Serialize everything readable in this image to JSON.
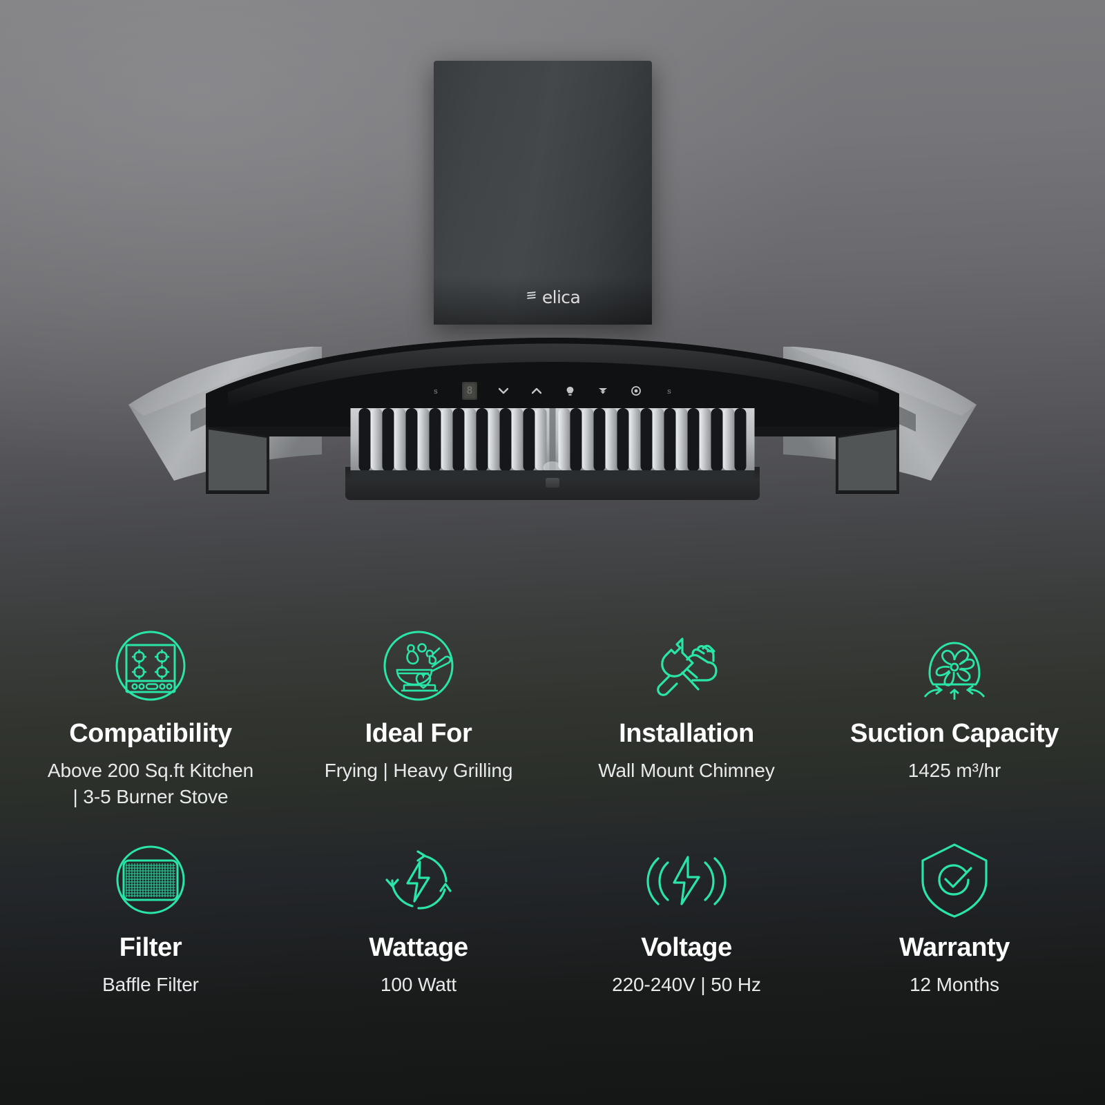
{
  "theme": {
    "accent": "#2AE5A8",
    "title_color": "#FFFFFF",
    "value_color": "#E8E9EA",
    "bg_top": "#7D7D80",
    "bg_bottom": "#141515"
  },
  "product": {
    "brand": "elica",
    "type": "wall-mount-curved-glass-chimney",
    "control_panel": {
      "display_value": "8",
      "buttons": [
        {
          "name": "speed-indicator-left",
          "glyph": "s"
        },
        {
          "name": "digital-display",
          "glyph": "8"
        },
        {
          "name": "speed-down-button",
          "glyph": "⌄"
        },
        {
          "name": "speed-up-button",
          "glyph": "⌃"
        },
        {
          "name": "light-button",
          "glyph": "♁"
        },
        {
          "name": "fan-button",
          "glyph": "▼"
        },
        {
          "name": "power-button",
          "glyph": "◎"
        },
        {
          "name": "speed-indicator-right",
          "glyph": "s"
        }
      ]
    }
  },
  "features": {
    "row1": [
      {
        "icon": "cooktop-icon",
        "title": "Compatibility",
        "value_lines": [
          "Above 200 Sq.ft Kitchen",
          "| 3-5 Burner Stove"
        ]
      },
      {
        "icon": "frying-pan-icon",
        "title": "Ideal For",
        "value_lines": [
          "Frying | Heavy Grilling"
        ]
      },
      {
        "icon": "wrench-hand-icon",
        "title": "Installation",
        "value_lines": [
          "Wall Mount Chimney"
        ]
      },
      {
        "icon": "fan-airflow-icon",
        "title": "Suction Capacity",
        "value_lines": [
          "1425 m³/hr"
        ],
        "value_number": 1425,
        "value_unit": "m³/hr"
      }
    ],
    "row2": [
      {
        "icon": "baffle-mesh-icon",
        "title": "Filter",
        "value_lines": [
          "Baffle Filter"
        ]
      },
      {
        "icon": "power-cycle-bolt-icon",
        "title": "Wattage",
        "value_lines": [
          "100 Watt"
        ],
        "value_number": 100,
        "value_unit": "Watt"
      },
      {
        "icon": "voltage-bolt-icon",
        "title": "Voltage",
        "value_lines": [
          "220-240V | 50 Hz"
        ]
      },
      {
        "icon": "shield-check-icon",
        "title": "Warranty",
        "value_lines": [
          "12 Months"
        ],
        "value_number": 12,
        "value_unit": "Months"
      }
    ]
  }
}
